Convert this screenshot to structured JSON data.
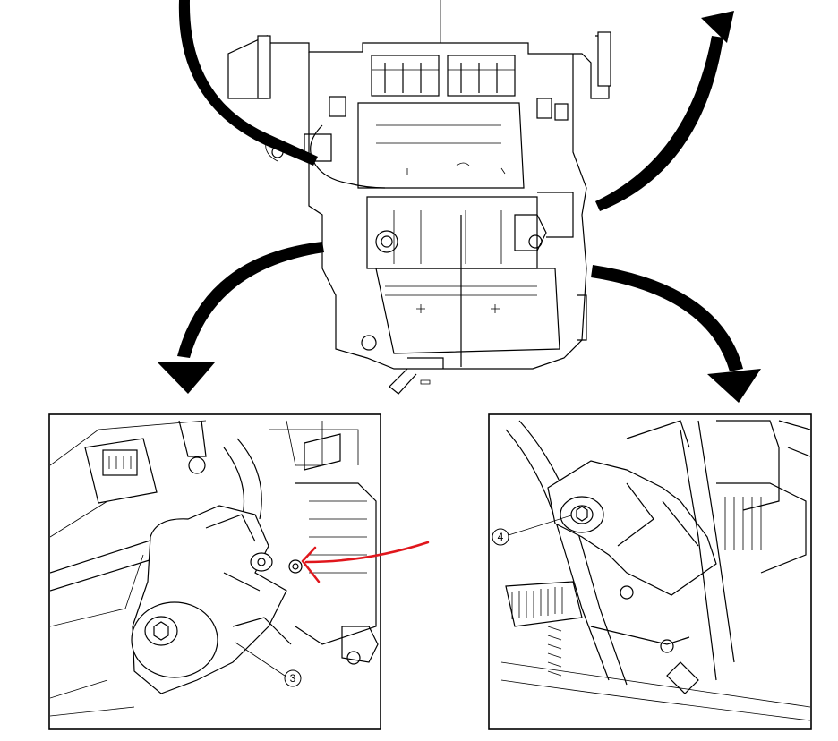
{
  "callouts": [
    {
      "id": "3",
      "label": "3"
    },
    {
      "id": "4",
      "label": "4"
    }
  ],
  "colors": {
    "line": "#000000",
    "annotation": "#e0161c",
    "background": "#ffffff"
  }
}
